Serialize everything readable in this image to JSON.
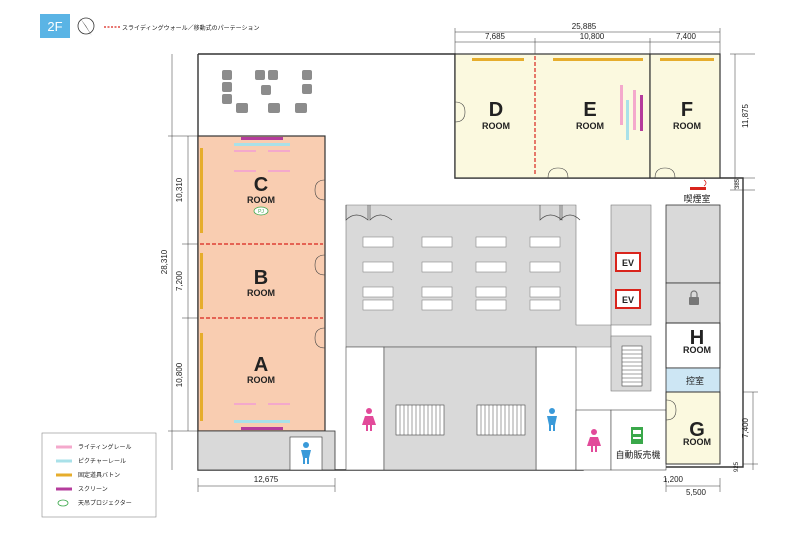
{
  "floor": {
    "badge": "2F"
  },
  "legend_top": {
    "partition_label": "スライディングウォール／移動式のパーテーション"
  },
  "rooms": {
    "A": {
      "letter": "A",
      "word": "ROOM"
    },
    "B": {
      "letter": "B",
      "word": "ROOM"
    },
    "C": {
      "letter": "C",
      "word": "ROOM"
    },
    "D": {
      "letter": "D",
      "word": "ROOM"
    },
    "E": {
      "letter": "E",
      "word": "ROOM"
    },
    "F": {
      "letter": "F",
      "word": "ROOM"
    },
    "G": {
      "letter": "G",
      "word": "ROOM"
    },
    "H": {
      "letter": "H",
      "word": "ROOM"
    }
  },
  "labels": {
    "smoking": "喫煙室",
    "waiting": "控室",
    "vending": "自動販売機",
    "ev": "EV",
    "projector_badge": "PJ"
  },
  "dimensions": {
    "top_total": "25,885",
    "top_d": "7,685",
    "top_e": "10,800",
    "top_f": "7,400",
    "right_def": "11,875",
    "right_gap": "385",
    "left_total": "28,310",
    "left_c": "10,310",
    "left_b": "7,200",
    "left_a": "10,800",
    "bottom_left": "12,675",
    "right_g": "7,400",
    "right_gap2": "925",
    "bottom_gap": "1,200",
    "bottom_right": "5,500"
  },
  "legend": [
    {
      "label": "ライティングレール",
      "color": "#f4a9cc"
    },
    {
      "label": "ピクチャーレール",
      "color": "#a9e1e9"
    },
    {
      "label": "固定道具バトン",
      "color": "#e6ad2c"
    },
    {
      "label": "スクリーン",
      "color": "#b53c9c"
    },
    {
      "label": "天吊プロジェクター",
      "color": "#3aa84a"
    }
  ],
  "colors": {
    "badge": "#5ab4e5",
    "room_orange": "#f9cdb1",
    "room_cream": "#fbf9df",
    "gray_area": "#d9d9d9",
    "partition": "#d9241c",
    "ev_border": "#d9241c",
    "female": "#e24a9a",
    "male": "#3a9ad9",
    "waiting_blue": "#cde6f4"
  }
}
